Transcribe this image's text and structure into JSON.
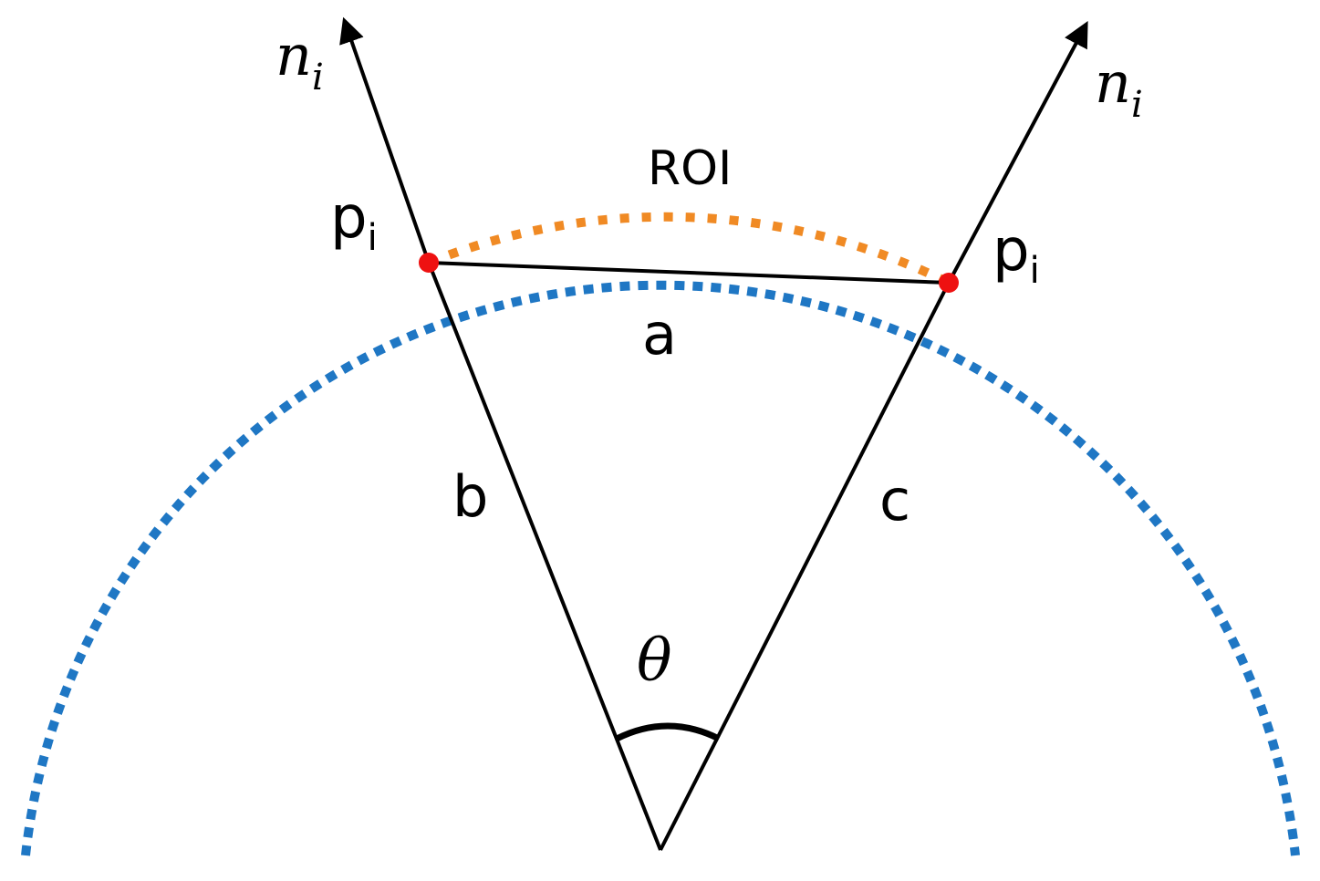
{
  "colors": {
    "circle": "#1f77c4",
    "roi_overlay": "#f08a24",
    "points": "#ee1111",
    "lines": "#000000",
    "background": "#ffffff"
  },
  "labels": {
    "normal_left": {
      "base": "n",
      "sub": "i"
    },
    "normal_right": {
      "base": "n",
      "sub": "i"
    },
    "point_left": {
      "base": "p",
      "sub": "i"
    },
    "point_right": {
      "base": "p",
      "sub": "i"
    },
    "roi": "ROI",
    "side_a": "a",
    "side_b": "b",
    "side_c": "c",
    "angle": "θ"
  }
}
